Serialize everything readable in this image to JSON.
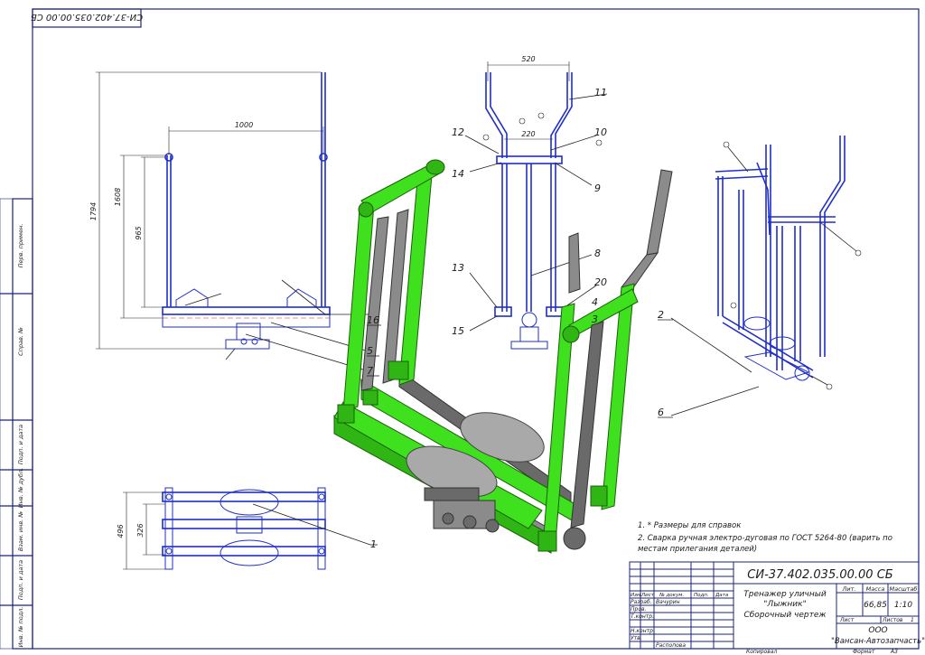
{
  "stamp_top": "СИ-37.402.035.00.00 СБ",
  "dimensions": {
    "width_1000": "1000",
    "height_1794": "1794",
    "height_1608": "1608",
    "height_965": "965",
    "width_520": "520",
    "width_220": "220",
    "width_496": "496",
    "width_326": "326"
  },
  "callouts": [
    "1",
    "2",
    "3",
    "4",
    "5",
    "6",
    "7",
    "8",
    "9",
    "10",
    "11",
    "12",
    "13",
    "14",
    "15",
    "16",
    "20"
  ],
  "notes": [
    "1. * Размеры для справок",
    "2. Сварка ручная электро-дуговая по ГОСТ 5264-80 (варить по",
    "местам прилегания деталей)"
  ],
  "left_strip": [
    "Перв. примен.",
    "Справ. №",
    "Подп. и дата",
    "Инв. № дубл.",
    "Взам. инв. №",
    "Подп. и дата",
    "Инв. № подл."
  ],
  "title_block": {
    "doc_code": "СИ-37.402.035.00.00 СБ",
    "name_line1": "Тренажер уличный",
    "name_line2": "\"Лыжник\"",
    "name_line3": "Сборочный чертеж",
    "col_lit": "Лит.",
    "col_mass": "Масса",
    "col_scale": "Масштаб",
    "mass": "66,85",
    "scale": "1:10",
    "sheet_label": "Лист",
    "sheets_label": "Листов",
    "sheets_count": "1",
    "company_line1": "ООО",
    "company_line2": "\"Вансан-Автозапчасть\"",
    "head_izm": "Изм.",
    "head_list": "Лист",
    "head_doc": "№ докум.",
    "head_sign": "Подп.",
    "head_date": "Дата",
    "row_razrab": "Разраб.",
    "razrab_name": "Вачурин",
    "row_prov": "Пров.",
    "row_tkontr": "Т.контр.",
    "row_nkontr": "Н.контр.",
    "row_utv": "Утв.",
    "utv_name": "Распопова"
  },
  "footer": {
    "copied": "Копировал",
    "format": "Формат",
    "format_value": "A3"
  }
}
